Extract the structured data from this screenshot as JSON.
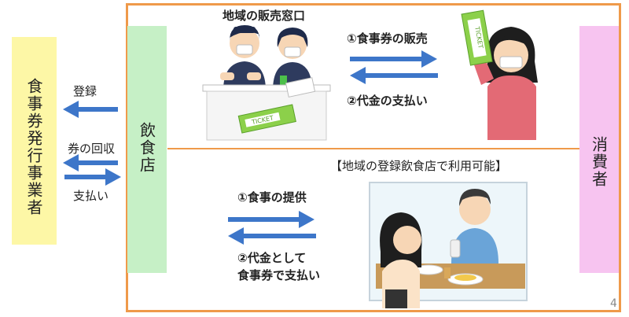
{
  "diagram": {
    "issuer_label": "食事券発行事業者",
    "restaurant_label": "飲食店",
    "consumer_label": "消費者",
    "left_flows": {
      "register": "登録",
      "collect": "券の回収",
      "pay": "支払い"
    },
    "top_section": {
      "title": "地域の販売窓口",
      "flow_1": "①食事券の販売",
      "flow_2": "②代金の支払い",
      "ticket_text": "TICKET"
    },
    "bottom_section": {
      "title": "【地域の登録飲食店で利用可能】",
      "flow_1": "①食事の提供",
      "flow_2_line1": "②代金として",
      "flow_2_line2": "食事券で支払い"
    },
    "page_number": "4"
  },
  "colors": {
    "arrow_blue": "#3d76c9",
    "frame_orange": "#ef9a4a",
    "issuer_yellow": "#fdf7a6",
    "restaurant_green": "#c6f0c6",
    "consumer_pink": "#f7c4f0"
  }
}
